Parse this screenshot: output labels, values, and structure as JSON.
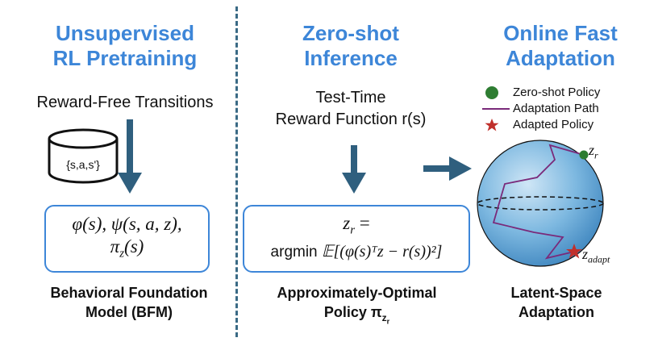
{
  "colors": {
    "heading": "#3d86d8",
    "arrow": "#2f5f7e",
    "sphere": "#6aaed8",
    "path": "#7a2a7a",
    "star": "#c0302c",
    "dot": "#2e7d32"
  },
  "columns": {
    "pretraining": {
      "title_line1": "Unsupervised",
      "title_line2": "RL Pretraining",
      "input_label": "Reward-Free Transitions",
      "database_label": "{s,a,s'}",
      "box_line1": "φ(s), ψ(s, a, z),",
      "box_line2": "π",
      "box_line2_sub": "z",
      "box_line2_rest": "(s)",
      "caption_line1": "Behavioral Foundation",
      "caption_line2": "Model (BFM)"
    },
    "inference": {
      "title_line1": "Zero-shot",
      "title_line2": "Inference",
      "input_line1": "Test-Time",
      "input_line2": "Reward Function r(s)",
      "box_line1_var": "z",
      "box_line1_sub": "r",
      "box_line1_rest": " =",
      "box_line2_prefix": "argmin ",
      "box_line2_formula": "𝔼[(φ(s)ᵀz − r(s))²]",
      "caption_line1": "Approximately-Optimal",
      "caption_line2": "Policy π",
      "caption_sub": "z",
      "caption_subsub": "r"
    },
    "adaptation": {
      "title_line1": "Online Fast",
      "title_line2": "Adaptation",
      "legend": [
        {
          "icon": "circle",
          "label": "Zero-shot Policy"
        },
        {
          "icon": "line",
          "label": "Adaptation Path"
        },
        {
          "icon": "star",
          "label": "Adapted Policy"
        }
      ],
      "point_start_var": "z",
      "point_start_sub": "r",
      "point_end_var": "z",
      "point_end_sub": "adapt",
      "caption_line1": "Latent-Space",
      "caption_line2": "Adaptation"
    }
  }
}
